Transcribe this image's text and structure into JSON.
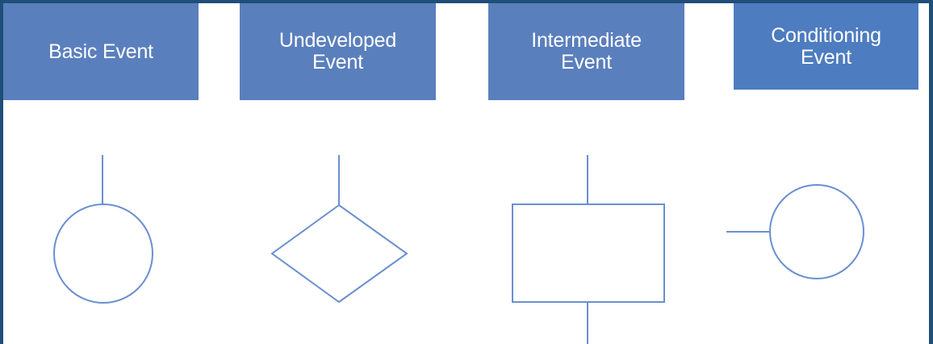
{
  "colors": {
    "frame": "#1f4e79",
    "header_fill": "#5a7fbd",
    "header_fill_last": "#4e7cc0",
    "header_text": "#ffffff",
    "stroke": "#6a8fcf",
    "background": "#ffffff"
  },
  "events": [
    {
      "label": "Basic Event",
      "shape": "circle"
    },
    {
      "label": "Undeveloped\nEvent",
      "shape": "diamond"
    },
    {
      "label": "Intermediate\nEvent",
      "shape": "rectangle"
    },
    {
      "label": "Conditioning\nEvent",
      "shape": "circle-side-connector"
    }
  ]
}
